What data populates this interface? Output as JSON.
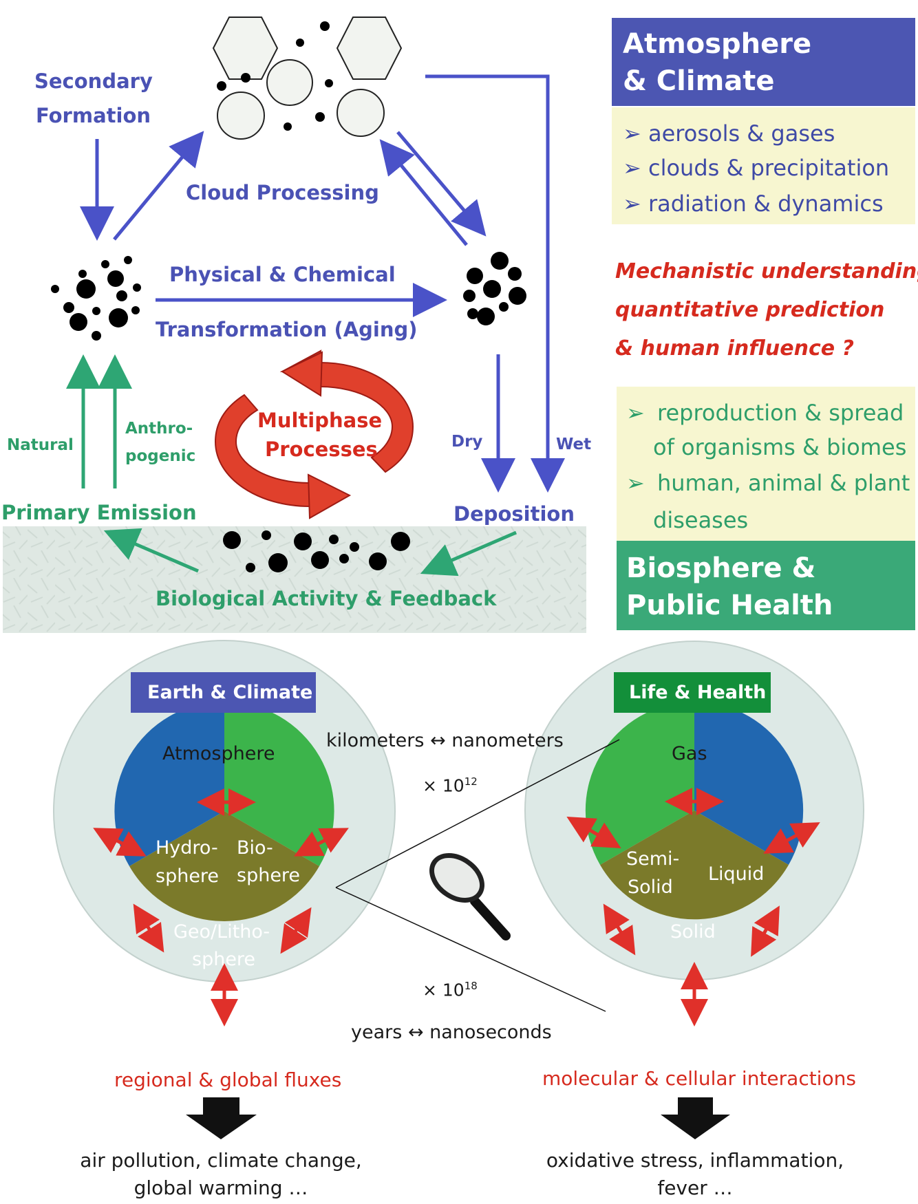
{
  "cycle": {
    "secondary_formation": [
      "Secondary",
      "Formation"
    ],
    "cloud_processing": "Cloud Processing",
    "physical_chemical": "Physical & Chemical",
    "transformation": "Transformation (Aging)",
    "multiphase": [
      "Multiphase",
      "Processes"
    ],
    "natural": "Natural",
    "anthropogenic": [
      "Anthro-",
      "pogenic"
    ],
    "primary_emission": "Primary Emission",
    "dry": "Dry",
    "wet": "Wet",
    "deposition": "Deposition",
    "biological_activity": "Biological Activity & Feedback"
  },
  "atmosphere_panel": {
    "title": [
      "Atmosphere",
      "& Climate"
    ],
    "items": [
      "aerosols & gases",
      "clouds & precipitation",
      "radiation & dynamics"
    ],
    "bullet_glyph": "➢",
    "header_color": "#4c56b2",
    "body_color": "#f7f6d0"
  },
  "question": [
    "Mechanistic understanding,",
    "quantitative prediction",
    "& human influence ?"
  ],
  "biosphere_panel": {
    "items": [
      [
        "reproduction & spread",
        "of organisms & biomes"
      ],
      [
        "human, animal & plant",
        "diseases"
      ]
    ],
    "title": [
      "Biosphere &",
      "Public Health"
    ],
    "header_color": "#3aa978"
  },
  "lower": {
    "earth_label": "Earth & Climate",
    "life_label": "Life & Health",
    "scale_distance": "kilometers ↔ nanometers",
    "factor_12_base": "× 10",
    "factor_12_exp": "12",
    "factor_18_base": "× 10",
    "factor_18_exp": "18",
    "scale_time": "years ↔ nanoseconds",
    "left_circle": {
      "outer": "Atmosphere",
      "hydro": [
        "Hydro-",
        "sphere"
      ],
      "bio": [
        "Bio-",
        "sphere"
      ],
      "geo": [
        "Geo/Litho-",
        "sphere"
      ]
    },
    "right_circle": {
      "outer": "Gas",
      "semi": [
        "Semi-",
        "Solid"
      ],
      "liquid": "Liquid",
      "solid": "Solid"
    },
    "left_flux": "regional & global fluxes",
    "right_flux": "molecular & cellular interactions",
    "left_outcome": [
      "air pollution, climate change,",
      "global warming …"
    ],
    "right_outcome": [
      "oxidative stress, inflammation,",
      "fever …"
    ]
  },
  "colors": {
    "blue_text": "#4a52b4",
    "green_text": "#2e9e6a",
    "red_text": "#d62a1e",
    "hydro_blue": "#2167b0",
    "bio_green": "#3cb44b",
    "geo_olive": "#7b7a2a",
    "outer_circle": "#dde9e6"
  }
}
